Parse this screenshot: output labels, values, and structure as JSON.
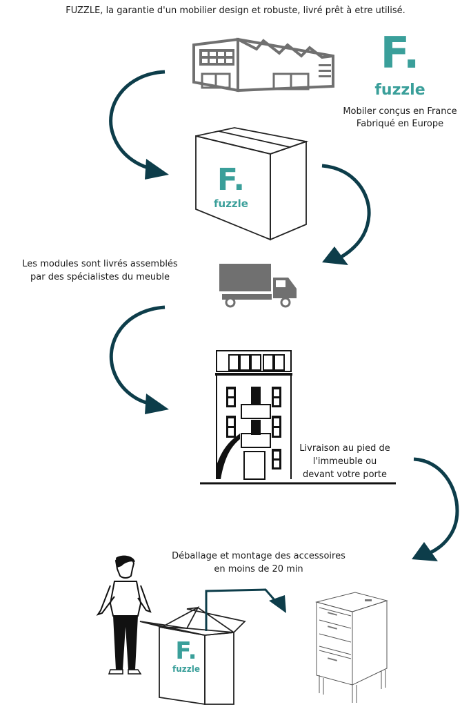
{
  "headline": "FUZZLE, la garantie d'un mobilier design et robuste, livré prêt à etre utilisé.",
  "brand": {
    "letter": "F.",
    "name": "fuzzle",
    "color": "#3a9f9a"
  },
  "arrow_color": "#0d3d4a",
  "steps": [
    {
      "icon": "factory-icon",
      "caption_lines": [
        "Mobiler conçus en France",
        "Fabriqué en Europe"
      ]
    },
    {
      "icon": "box-icon",
      "caption_lines": []
    },
    {
      "icon": "truck-icon",
      "caption_lines": [
        "Les modules sont livrés assemblés",
        "par des spécialistes du meuble"
      ]
    },
    {
      "icon": "building-icon",
      "caption_lines": [
        "Livraison au pied de",
        "l'immeuble ou",
        "devant votre porte"
      ]
    },
    {
      "icon": "unboxing-icon",
      "caption_lines": [
        "Déballage et montage des accessoires",
        "en moins de 20 min"
      ]
    }
  ]
}
